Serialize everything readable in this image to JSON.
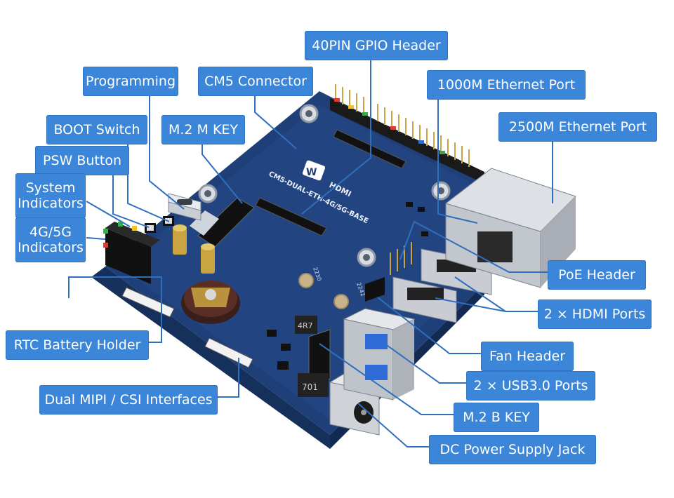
{
  "labels": {
    "gpio": "40PIN GPIO Header",
    "programming": "Programming",
    "cm5": "CM5 Connector",
    "eth1000": "1000M Ethernet Port",
    "eth2500": "2500M Ethernet Port",
    "boot": "BOOT Switch",
    "m2m": "M.2 M KEY",
    "psw": "PSW Button",
    "sysind": "System Indicators",
    "ind4g": "4G/5G Indicators",
    "poe": "PoE Header",
    "hdmi": "2 × HDMI Ports",
    "rtc": "RTC Battery Holder",
    "fan": "Fan Header",
    "usb3": "2 × USB3.0 Ports",
    "mipi": "Dual MIPI / CSI Interfaces",
    "m2b": "M.2 B KEY",
    "dc": "DC Power Supply Jack"
  },
  "board_print": {
    "model": "CM5-DUAL-ETH-4G/5G-BASE",
    "hdmi_logo": "HDMI",
    "inductor_top": "4R7",
    "inductor_bottom": "701",
    "m2_size_a": "2230",
    "m2_size_b": "2242"
  },
  "colors": {
    "callout_bg": "#3b86d8",
    "callout_text": "#ffffff",
    "leader": "#2f6fbf",
    "pcb": "#1f3f78"
  }
}
